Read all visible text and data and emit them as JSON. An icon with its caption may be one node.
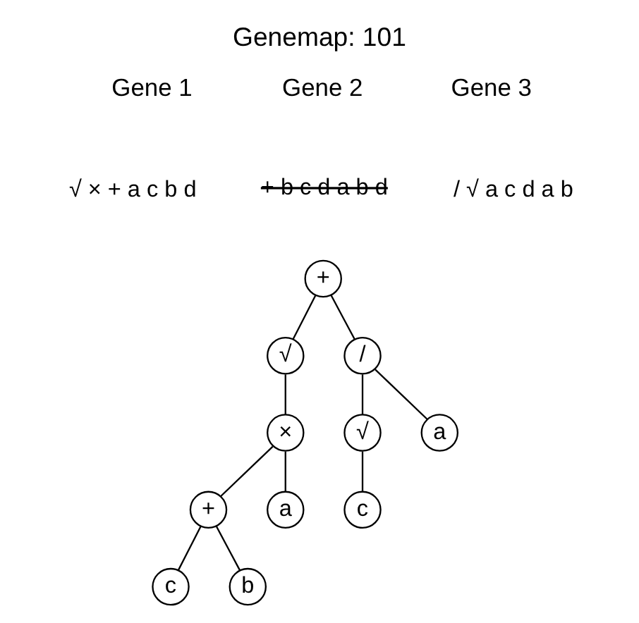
{
  "diagram": {
    "title": "Genemap: 101",
    "nodes": [
      {
        "text": [
          "+"
        ]
      },
      {
        "text": [
          "√"
        ]
      },
      {
        "text": [
          "/"
        ]
      },
      {
        "text": [
          "×"
        ]
      },
      {
        "text": [
          "√"
        ]
      },
      {
        "text": [
          "a"
        ]
      },
      {
        "text": [
          "+"
        ]
      },
      {
        "text": [
          "a"
        ]
      },
      {
        "text": [
          "c"
        ]
      },
      {
        "text": [
          "c"
        ]
      },
      {
        "text": [
          "b"
        ]
      }
    ],
    "edges": [
      {
        "from": 0,
        "to": 1,
        "arrow": "none"
      },
      {
        "from": 0,
        "to": 2,
        "arrow": "none"
      },
      {
        "from": 1,
        "to": 3,
        "arrow": "none"
      },
      {
        "from": 3,
        "to": 6,
        "arrow": "none"
      },
      {
        "from": 3,
        "to": 7,
        "arrow": "none"
      },
      {
        "from": 6,
        "to": 9,
        "arrow": "none"
      },
      {
        "from": 6,
        "to": 10,
        "arrow": "none"
      },
      {
        "from": 2,
        "to": 4,
        "arrow": "none"
      },
      {
        "from": 2,
        "to": 5,
        "arrow": "none"
      },
      {
        "from": 4,
        "to": 8,
        "arrow": "none"
      }
    ],
    "labels": [
      "Gene 1",
      "Gene 2",
      "Gene 3",
      "√ × + a c b d",
      "+ b c d a b d",
      "/ √ a c d a b"
    ]
  }
}
